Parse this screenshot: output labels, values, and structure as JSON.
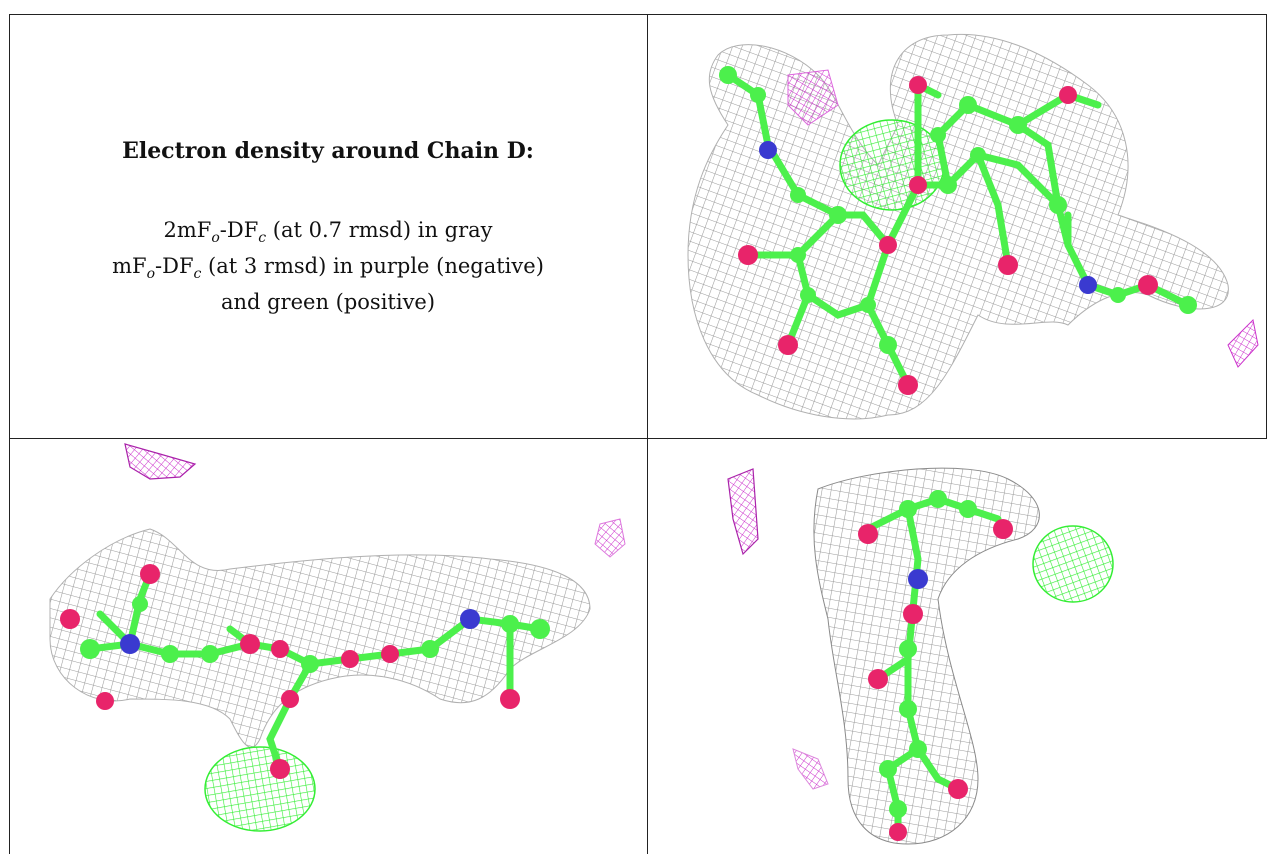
{
  "figure": {
    "title": "Electron density around Chain D:",
    "lines": [
      {
        "pre": "2mF",
        "sub1": "o",
        "mid": "-DF",
        "sub2": "c",
        "post": " (at 0.7 rmsd) in gray"
      },
      {
        "pre": "mF",
        "sub1": "o",
        "mid": "-DF",
        "sub2": "c",
        "post": " (at 3 rmsd) in purple (negative)"
      },
      {
        "text": "and green (positive)"
      }
    ]
  },
  "colors": {
    "mesh_gray": "#9a9a9a",
    "negative_purple": "#cc33cc",
    "positive_green": "#33ee33",
    "carbon": "#4cf04c",
    "oxygen": "#e8246a",
    "nitrogen": "#3a3ad0",
    "border": "#222222"
  }
}
